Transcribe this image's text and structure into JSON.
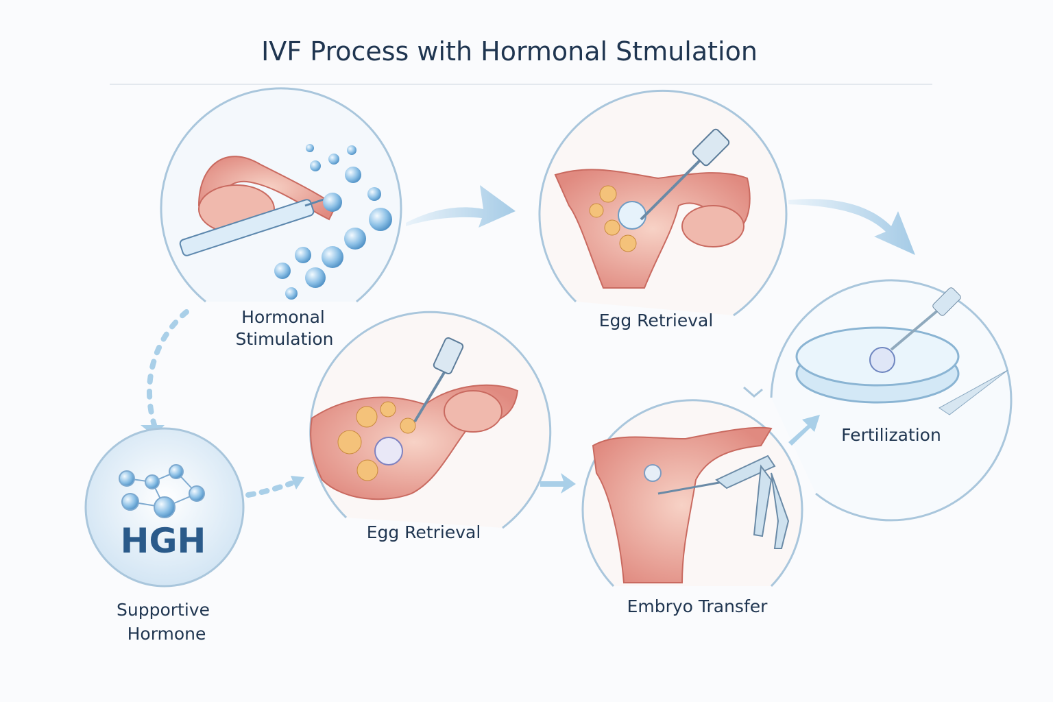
{
  "title": "IVF Process with Hormonal Stmulation",
  "steps": [
    {
      "line1": "Hormonal",
      "line2": "Stimulation"
    },
    {
      "line1": "Egg Retrieval"
    },
    {
      "line1": "Fertilization"
    },
    {
      "line1": "Egg Retrieval"
    },
    {
      "line1": "Embryo Transfer"
    }
  ],
  "supportive": {
    "badge": "HGH",
    "line1": "Supportive",
    "line2": "Hormone"
  },
  "colors": {
    "text": "#1f3550",
    "ring": "#a9c6dc",
    "tissue": "#e79a90",
    "bubble": "#7fb4dc",
    "arrow": "#a9cfe8"
  }
}
